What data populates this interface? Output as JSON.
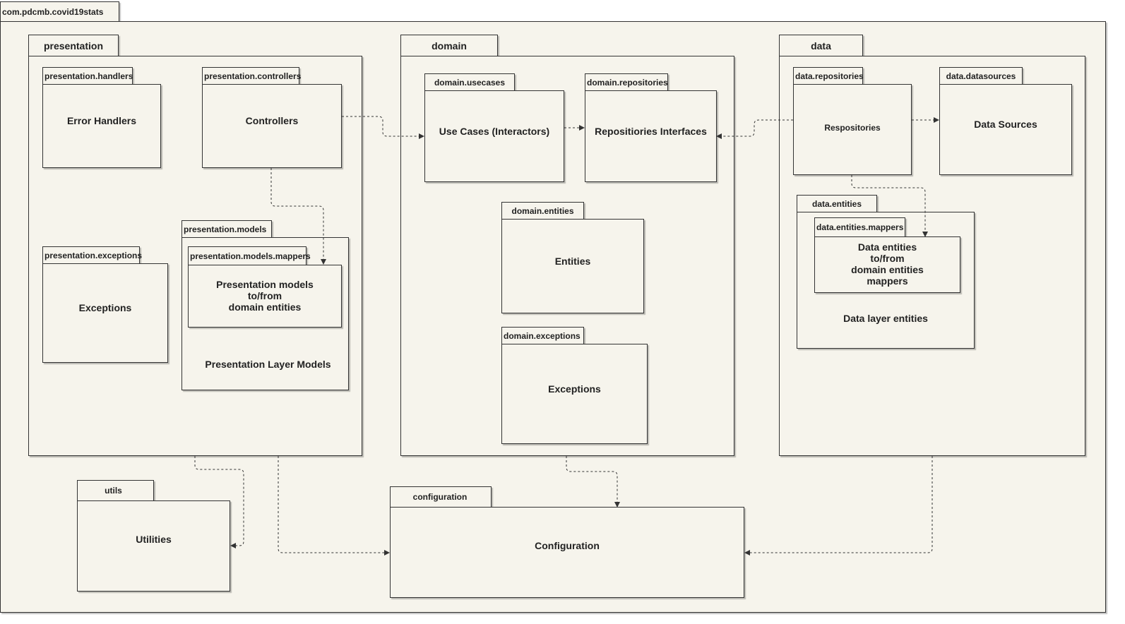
{
  "root": {
    "name": "com.pdcmb.covid19stats"
  },
  "presentation": {
    "name": "presentation",
    "handlers": {
      "name": "presentation.handlers",
      "label": "Error Handlers"
    },
    "controllers": {
      "name": "presentation.controllers",
      "label": "Controllers"
    },
    "exceptions": {
      "name": "presentation.exceptions",
      "label": "Exceptions"
    },
    "models": {
      "name": "presentation.models",
      "label": "Presentation Layer Models",
      "mappers": {
        "name": "presentation.models.mappers",
        "line1": "Presentation models",
        "line2": "to/from",
        "line3": "domain entities"
      }
    }
  },
  "domain": {
    "name": "domain",
    "usecases": {
      "name": "domain.usecases",
      "label": "Use Cases (Interactors)"
    },
    "repositories": {
      "name": "domain.repositories",
      "label": "Repositiories Interfaces"
    },
    "entities": {
      "name": "domain.entities",
      "label": "Entities"
    },
    "exceptions": {
      "name": "domain.exceptions",
      "label": "Exceptions"
    }
  },
  "data": {
    "name": "data",
    "repositories": {
      "name": "data.repositories",
      "label": "Respositories"
    },
    "datasources": {
      "name": "data.datasources",
      "label": "Data Sources"
    },
    "entities": {
      "name": "data.entities",
      "label": "Data layer entities",
      "mappers": {
        "name": "data.entities.mappers",
        "line1": "Data entities",
        "line2": "to/from",
        "line3": "domain entities",
        "line4": "mappers"
      }
    }
  },
  "utils": {
    "name": "utils",
    "label": "Utilities"
  },
  "configuration": {
    "name": "configuration",
    "label": "Configuration"
  },
  "colors": {
    "fill": "#f6f4ec",
    "stroke": "#333333"
  }
}
